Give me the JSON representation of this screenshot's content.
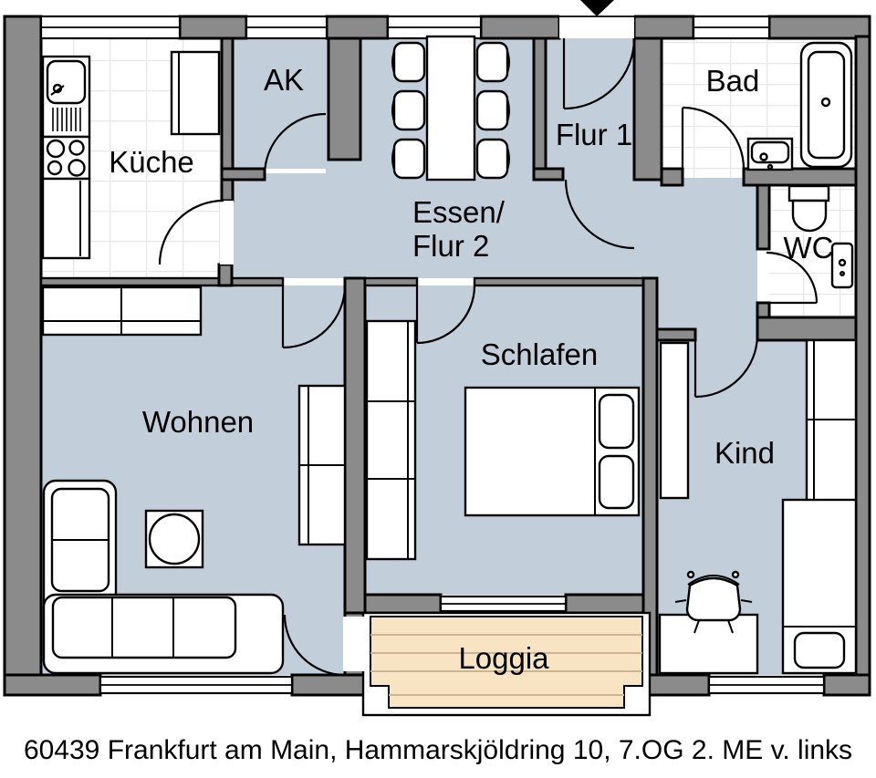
{
  "plan": {
    "type": "apartment-floor-plan",
    "colors": {
      "wall_gray": "#8b8b8b",
      "room_blue": "#c3cedb",
      "loggia_tan": "#f8e3c3",
      "loggia_stripe": "#cdb493",
      "outline_black": "#000000",
      "tile_line": "#e7e7e7"
    },
    "rooms": {
      "kueche": {
        "label": "Küche"
      },
      "ak": {
        "label": "AK"
      },
      "essen_flur2": {
        "label_line1": "Essen/",
        "label_line2": "Flur 2"
      },
      "flur1": {
        "label": "Flur 1"
      },
      "bad": {
        "label": "Bad"
      },
      "wc": {
        "label": "WC"
      },
      "wohnen": {
        "label": "Wohnen"
      },
      "schlafen": {
        "label": "Schlafen"
      },
      "kind": {
        "label": "Kind"
      },
      "loggia": {
        "label": "Loggia"
      }
    },
    "entrance_marker": "down-arrow"
  },
  "caption": "60439 Frankfurt am Main, Hammarskjöldring 10, 7.OG 2. ME v. links"
}
